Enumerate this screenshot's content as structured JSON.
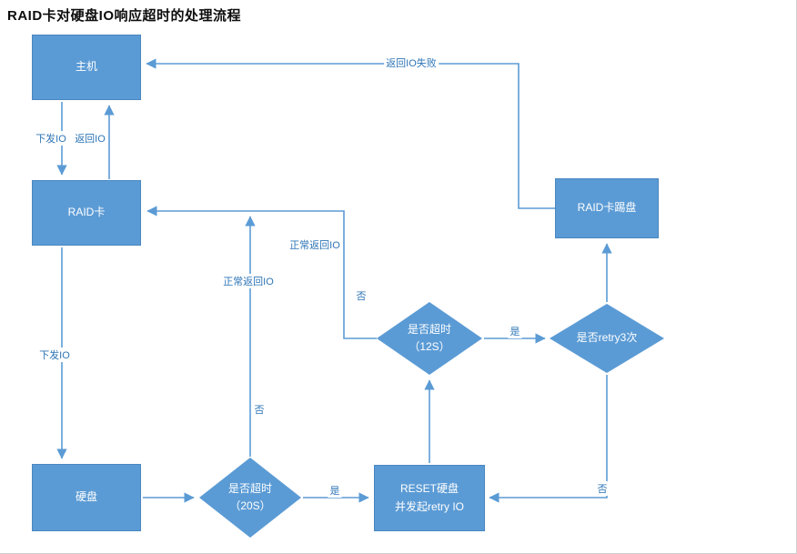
{
  "title": "RAID卡对硬盘IO响应超时的处理流程",
  "colors": {
    "node_fill": "#5B9BD5",
    "node_border": "#4A86C0",
    "line": "#5B9BD5",
    "label": "#2E75B6"
  },
  "nodes": {
    "host": {
      "label": "主机"
    },
    "raid_card": {
      "label": "RAID卡"
    },
    "disk": {
      "label": "硬盘"
    },
    "kick_disk": {
      "label": "RAID卡踢盘"
    },
    "reset_disk": {
      "line1": "RESET硬盘",
      "line2": "并发起retry IO"
    },
    "timeout_20s": {
      "line1": "是否超时",
      "line2": "（20S）"
    },
    "timeout_12s": {
      "line1": "是否超时",
      "line2": "（12S）"
    },
    "retry_3_times": {
      "label": "是否retry3次"
    }
  },
  "edge_labels": {
    "host_issue_io": "下发IO",
    "return_io": "返回IO",
    "raid_issue_io": "下发IO",
    "normal_return_io_20s": "正常返回IO",
    "no_20s": "否",
    "yes_20s": "是",
    "normal_return_io_12s": "正常返回IO",
    "no_12s": "否",
    "yes_12s": "是",
    "no_retry": "否",
    "return_io_fail": "返回IO失败"
  }
}
